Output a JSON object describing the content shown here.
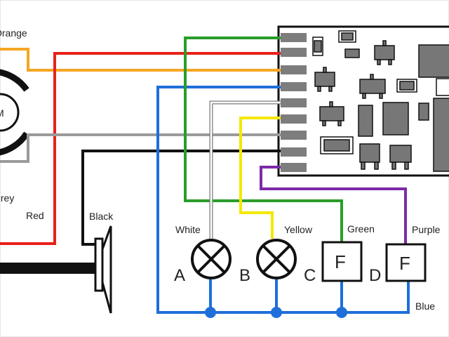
{
  "wires": {
    "orange_label": "Orange",
    "grey_label": "Grey",
    "red_label": "Red",
    "black_label": "Black",
    "white_label": "White",
    "yellow_label": "Yellow",
    "green_label": "Green",
    "purple_label": "Purple",
    "blue_label": "Blue"
  },
  "outputs": {
    "a_letter": "A",
    "b_letter": "B",
    "c_letter": "C",
    "d_letter": "D",
    "c_symbol": "F",
    "d_symbol": "F"
  },
  "motor": {
    "symbol": "M"
  },
  "colors": {
    "orange": "#f5a623",
    "red": "#e8211a",
    "blue": "#1e6fd9",
    "grey": "#9b9b9b",
    "white_wire": "#c8c8c8",
    "yellow": "#f4e800",
    "green": "#2a9d2a",
    "purple": "#7d2aa8",
    "black": "#111111"
  }
}
